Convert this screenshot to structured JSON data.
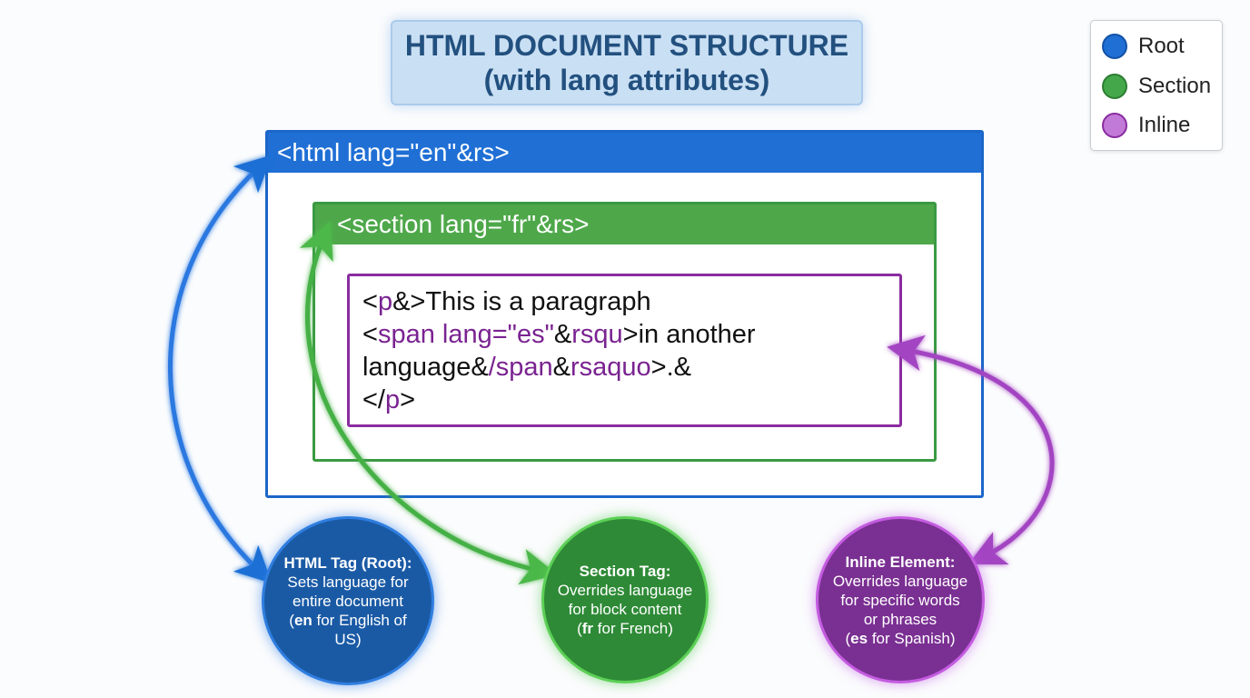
{
  "title": {
    "line1": "HTML DOCUMENT STRUCTURE",
    "line2": "(with lang attributes)"
  },
  "legend": [
    {
      "label": "Root",
      "color": "#1f6fd5"
    },
    {
      "label": "Section",
      "color": "#3fa548"
    },
    {
      "label": "Inline",
      "color": "#9b3fb5"
    }
  ],
  "html_tag": "<html lang=\"en\"&rs>",
  "section_tag": "<section lang=\"fr\"&rs>",
  "paragraph": {
    "l1a": "<",
    "l1b": "p",
    "l1c": "&>This is a paragraph",
    "l2a": "<",
    "l2b": "span lang=\"es\"",
    "l2c": "&",
    "l2d": "rsqu",
    "l2e": ">in another",
    "l3a": "language&",
    "l3b": "/span",
    "l3c": "&",
    "l3d": "rsaquo",
    "l3e": ">.&",
    "l4a": "</",
    "l4b": "p",
    "l4c": ">"
  },
  "callouts": {
    "root": {
      "title": "HTML Tag (Root):",
      "l1": "Sets language for",
      "l2": "entire document",
      "l3a": "(",
      "l3b": "en",
      "l3c": " for English of",
      "l4": "US)"
    },
    "section": {
      "title": "Section Tag:",
      "l1": "Overrides language",
      "l2": "for block content",
      "l3a": "(",
      "l3b": "fr",
      "l3c": " for French)"
    },
    "inline": {
      "title": "Inline Element:",
      "l1": "Overrides language",
      "l2": "for specific words",
      "l3": "or phrases",
      "l4a": "(",
      "l4b": "es",
      "l4c": " for Spanish)"
    }
  },
  "colors": {
    "root": "#1f6fd5",
    "section": "#3fa548",
    "inline": "#9b3fb5"
  }
}
